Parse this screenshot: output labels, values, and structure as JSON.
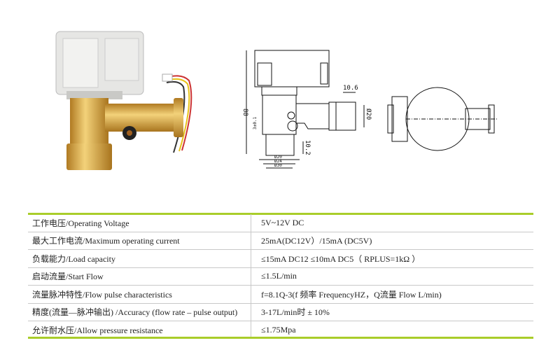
{
  "drawing": {
    "dim_height": "88",
    "dim_outlet_length": "10.6",
    "dim_outlet_dia": "Ø20",
    "dim_inlet_height": "10.2",
    "dim_thread": "3±0.1",
    "dim_dia_inner": "Ø20",
    "dim_dia_mid": "Ø24",
    "dim_dia_outer": "Ø30"
  },
  "specs": [
    {
      "label": "工作电压/Operating Voltage",
      "value": "5V~12V DC"
    },
    {
      "label": "最大工作电流/Maximum operating current",
      "value": "25mA(DC12V）/15mA (DC5V)"
    },
    {
      "label": "负载能力/Load capacity",
      "value": "≤15mA DC12  ≤10mA DC5（ RPLUS=1kΩ ）"
    },
    {
      "label": "启动流量/Start Flow",
      "value": "≤1.5L/min"
    },
    {
      "label": "流量脉冲特性/Flow pulse characteristics",
      "value": "f=8.1Q-3(f 频率 FrequencyHZ，Q流量 Flow L/min)"
    },
    {
      "label": "精度(流量—脉冲输出) /Accuracy (flow rate – pulse output)",
      "value": "3-17L/min时 ± 10%"
    },
    {
      "label": "允许耐水压/Allow pressure resistance",
      "value": "≤1.75Mpa"
    }
  ],
  "colors": {
    "accent": "#a9cd2a",
    "brass": "#d9a441"
  }
}
